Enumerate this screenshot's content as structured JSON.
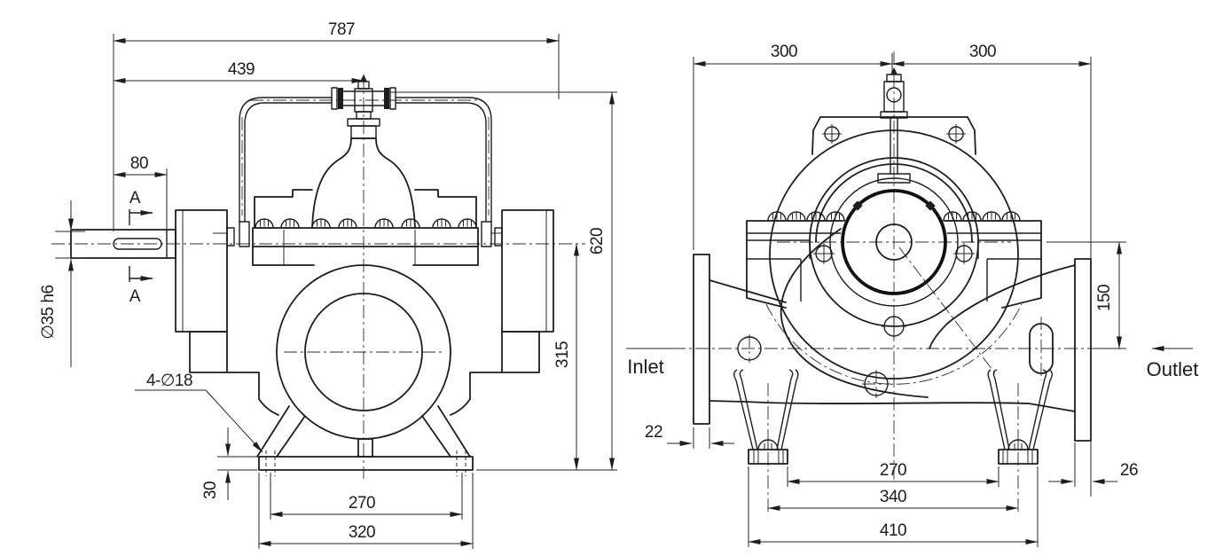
{
  "drawing": {
    "left_view": {
      "dimensions": {
        "overall_length": "787",
        "shaft_end_to_center": "439",
        "shaft_extension_length": "80",
        "shaft_diameter": "∅35 h6",
        "foundation_holes": "4-∅18",
        "base_thickness": "30",
        "foot_bolt_span": "270",
        "base_width": "320",
        "centerline_height": "315",
        "overall_height": "620"
      },
      "section_marks": {
        "top": "A",
        "bottom": "A"
      }
    },
    "right_view": {
      "dimensions": {
        "center_to_left": "300",
        "center_to_right": "300",
        "shaft_to_nozzle_axis": "150",
        "inlet_flange_thickness": "22",
        "feet_inner_span": "270",
        "feet_bolt_span": "340",
        "feet_outer_span": "410",
        "outlet_flange_thickness": "26"
      },
      "labels": {
        "inlet": "Inlet",
        "outlet": "Outlet"
      }
    }
  }
}
